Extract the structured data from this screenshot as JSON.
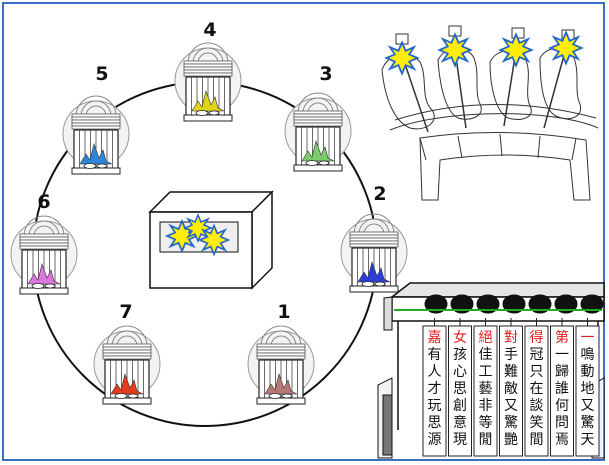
{
  "stations": [
    {
      "number": "1",
      "flame_color": "#b87878"
    },
    {
      "number": "2",
      "flame_color": "#2b3fd6"
    },
    {
      "number": "3",
      "flame_color": "#7acc6a"
    },
    {
      "number": "4",
      "flame_color": "#e2d21c"
    },
    {
      "number": "5",
      "flame_color": "#2f86d8"
    },
    {
      "number": "6",
      "flame_color": "#dd77e0"
    },
    {
      "number": "7",
      "flame_color": "#e63c1e"
    }
  ],
  "banners": [
    {
      "first_char": "嘉",
      "rest": "有人才玩思源",
      "first_color": "#e02020"
    },
    {
      "first_char": "女",
      "rest": "孩心思創意現",
      "first_color": "#e02020"
    },
    {
      "first_char": "絕",
      "rest": "佳工藝非等閒",
      "first_color": "#e02020"
    },
    {
      "first_char": "對",
      "rest": "手難敵又驚艷",
      "first_color": "#e02020"
    },
    {
      "first_char": "得",
      "rest": "冠只在談笑間",
      "first_color": "#e02020"
    },
    {
      "first_char": "第",
      "rest": "一歸誰何問焉",
      "first_color": "#e02020"
    },
    {
      "first_char": "一",
      "rest": "鳴動地又驚天",
      "first_color": "#e02020"
    }
  ],
  "colors": {
    "frame_border": "#3a6fc4",
    "burst_fill": "#ffee00",
    "burst_stroke": "#2266cc",
    "rack_bar": "#22aa22"
  }
}
